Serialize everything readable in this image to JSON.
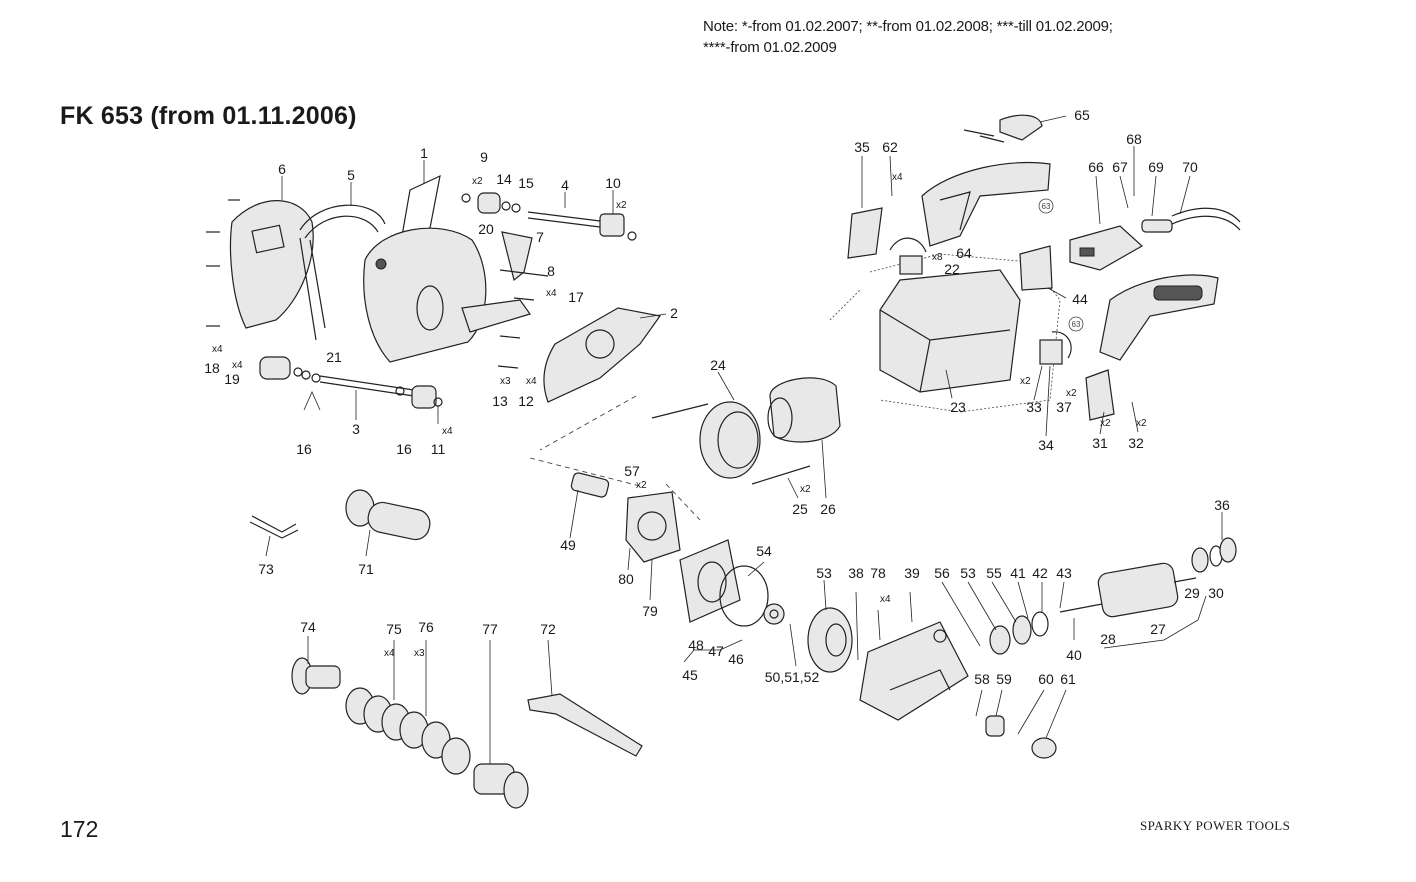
{
  "note": {
    "line1": "Note:  *-from 01.02.2007; **-from 01.02.2008; ***-till 01.02.2009;",
    "line2": "****-from 01.02.2009"
  },
  "title": "FK 653 (from 01.11.2006)",
  "page_number": "172",
  "brand": "SPARKY POWER TOOLS",
  "reference": "63",
  "part_labels": [
    "1",
    "2",
    "3",
    "4",
    "5",
    "6",
    "7",
    "8",
    "9",
    "10",
    "11",
    "12",
    "13",
    "14",
    "15",
    "16",
    "16",
    "17",
    "18",
    "19",
    "20",
    "21",
    "22",
    "23",
    "24",
    "25",
    "26",
    "27",
    "28",
    "29",
    "30",
    "31",
    "32",
    "33",
    "34",
    "35",
    "36",
    "37",
    "38",
    "39",
    "40",
    "41",
    "42",
    "43",
    "44",
    "45",
    "46",
    "47",
    "48",
    "49",
    "50,51,52",
    "53",
    "53",
    "54",
    "55",
    "56",
    "57",
    "58",
    "59",
    "60",
    "61",
    "62",
    "64",
    "65",
    "66",
    "67",
    "68",
    "69",
    "70",
    "71",
    "72",
    "73",
    "74",
    "75",
    "76",
    "77",
    "78",
    "79",
    "80"
  ],
  "quantity_labels": [
    "x2",
    "x2",
    "x4",
    "x4",
    "x4",
    "x4",
    "x3",
    "x4",
    "x8",
    "x2",
    "x4",
    "x2",
    "x2",
    "x2",
    "x2",
    "x2",
    "x4",
    "x4",
    "x3"
  ]
}
